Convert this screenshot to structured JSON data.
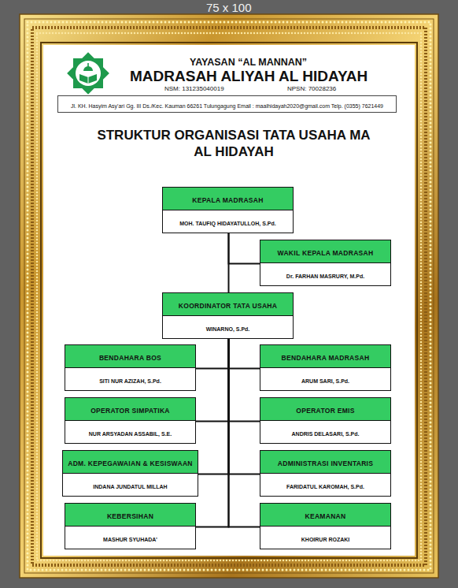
{
  "diagram": {
    "title": "STRUKTUR ORGANISASI TATA USAHA MA AL HIDAYAH",
    "nodes": [
      {
        "text": [
          "Jl. KH. Hasyim Asy'ari Gg. III Ds./Kec. Kauman 66261 Tulungagung Email : maalhidayah2020@gmail.com Telp. (0355) 7621449"
        ]
      },
      {
        "text": [
          "KEPALA MADRASAH",
          "MOH. TAUFIQ HIDAYATULLOH, S.Pd."
        ]
      },
      {
        "text": [
          "WAKIL KEPALA MADRASAH",
          "Dr. FARHAN MASRURY, M.Pd."
        ]
      },
      {
        "text": [
          "KOORDINATOR TATA USAHA",
          "WINARNO, S.Pd."
        ]
      },
      {
        "text": [
          "BENDAHARA BOS",
          "SITI NUR AZIZAH, S.Pd."
        ]
      },
      {
        "text": [
          "BENDAHARA MADRASAH",
          "ARUM SARI, S.Pd."
        ]
      },
      {
        "text": [
          "OPERATOR SIMPATIKA",
          "NUR ARSYADAN ASSABIL, S.E."
        ]
      },
      {
        "text": [
          "OPERATOR EMIS",
          "ANDRIS DELASARI, S.Pd."
        ]
      },
      {
        "text": [
          "ADM. KEPEGAWAIAN & KESISWAAN",
          "INDANA JUNDATUL MILLAH"
        ]
      },
      {
        "text": [
          "ADMINISTRASI INVENTARIS",
          "FARIDATUL KAROMAH, S.Pd."
        ]
      },
      {
        "text": [
          "KEBERSIHAN",
          "MASHUR SYUHADA’"
        ]
      },
      {
        "text": [
          "KEAMANAN",
          "KHOIRUR ROZAKI"
        ]
      }
    ],
    "edges": [
      {
        "from": 1,
        "to": 2,
        "arrow": "none"
      },
      {
        "from": 1,
        "to": 3,
        "arrow": "none"
      },
      {
        "from": 3,
        "to": 4,
        "arrow": "none"
      },
      {
        "from": 3,
        "to": 5,
        "arrow": "none"
      },
      {
        "from": 3,
        "to": 6,
        "arrow": "none"
      },
      {
        "from": 3,
        "to": 7,
        "arrow": "none"
      },
      {
        "from": 3,
        "to": 8,
        "arrow": "none"
      },
      {
        "from": 3,
        "to": 9,
        "arrow": "none"
      },
      {
        "from": 3,
        "to": 10,
        "arrow": "none"
      },
      {
        "from": 3,
        "to": 11,
        "arrow": "none"
      }
    ],
    "labels": [
      "75 x 100",
      "YAYASAN “AL MANNAN”",
      "MADRASAH ALIYAH AL HIDAYAH",
      "NSM: 131235040019",
      "NPSN: 70028236"
    ]
  }
}
